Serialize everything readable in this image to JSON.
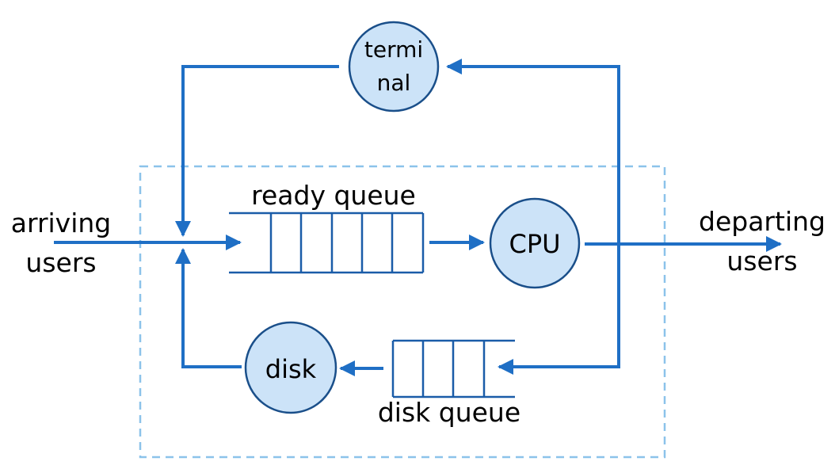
{
  "colors": {
    "line": "#1f6fc5",
    "node_fill": "#cce3f8",
    "node_stroke": "#1a4f8a",
    "queue_stroke": "#1a5ca8",
    "boundary": "#8cc3ea"
  },
  "labels": {
    "arriving_line1": "arriving",
    "arriving_line2": "users",
    "departing_line1": "departing",
    "departing_line2": "users",
    "ready_queue": "ready queue",
    "disk_queue": "disk queue"
  },
  "nodes": {
    "terminal_line1": "termi",
    "terminal_line2": "nal",
    "cpu": "CPU",
    "disk": "disk"
  }
}
